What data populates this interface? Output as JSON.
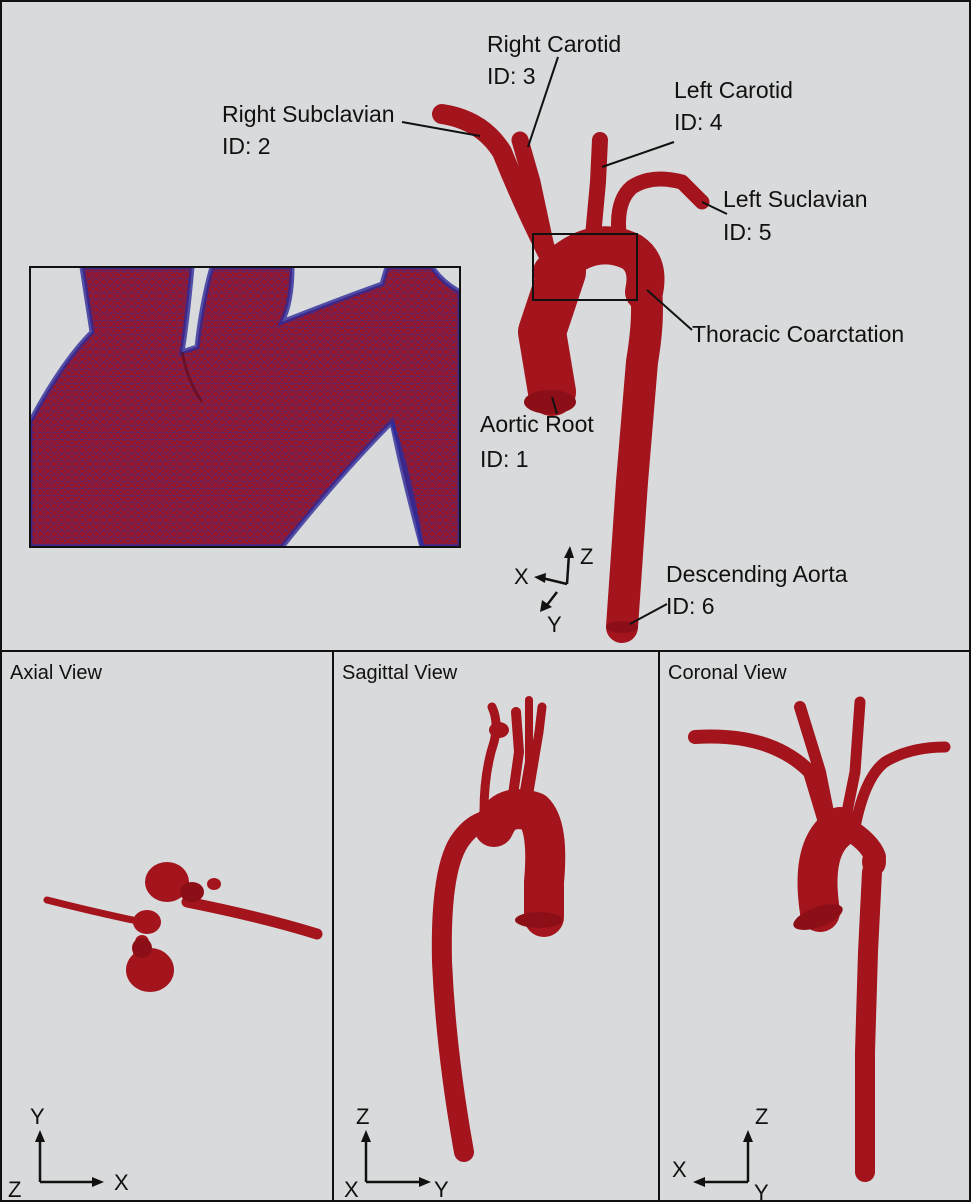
{
  "top_panel": {
    "labels": {
      "right_carotid": {
        "name": "Right Carotid",
        "id": "ID: 3"
      },
      "right_subclavian": {
        "name": "Right Subclavian",
        "id": "ID: 2"
      },
      "left_carotid": {
        "name": "Left Carotid",
        "id": "ID: 4"
      },
      "left_subclavian": {
        "name": "Left Suclavian",
        "id": "ID: 5"
      },
      "thoracic_coarctation": {
        "name": "Thoracic Coarctation"
      },
      "aortic_root": {
        "name": "Aortic Root",
        "id": "ID: 1"
      },
      "descending_aorta": {
        "name": "Descending Aorta",
        "id": "ID: 6"
      }
    },
    "axes": {
      "x": "X",
      "y": "Y",
      "z": "Z"
    }
  },
  "views": [
    {
      "title": "Axial View",
      "axis_up": "Y",
      "axis_right": "X",
      "axis_origin": "Z"
    },
    {
      "title": "Sagittal View",
      "axis_up": "Z",
      "axis_right": "Y",
      "axis_origin": "X"
    },
    {
      "title": "Coronal View",
      "axis_up": "Z",
      "axis_left": "X",
      "axis_origin": "Y"
    }
  ],
  "colors": {
    "vessel": "#a3141c",
    "vessel_dark": "#6e0a10",
    "mesh_edge": "#3a2a9a",
    "background": "#d9dadb"
  }
}
